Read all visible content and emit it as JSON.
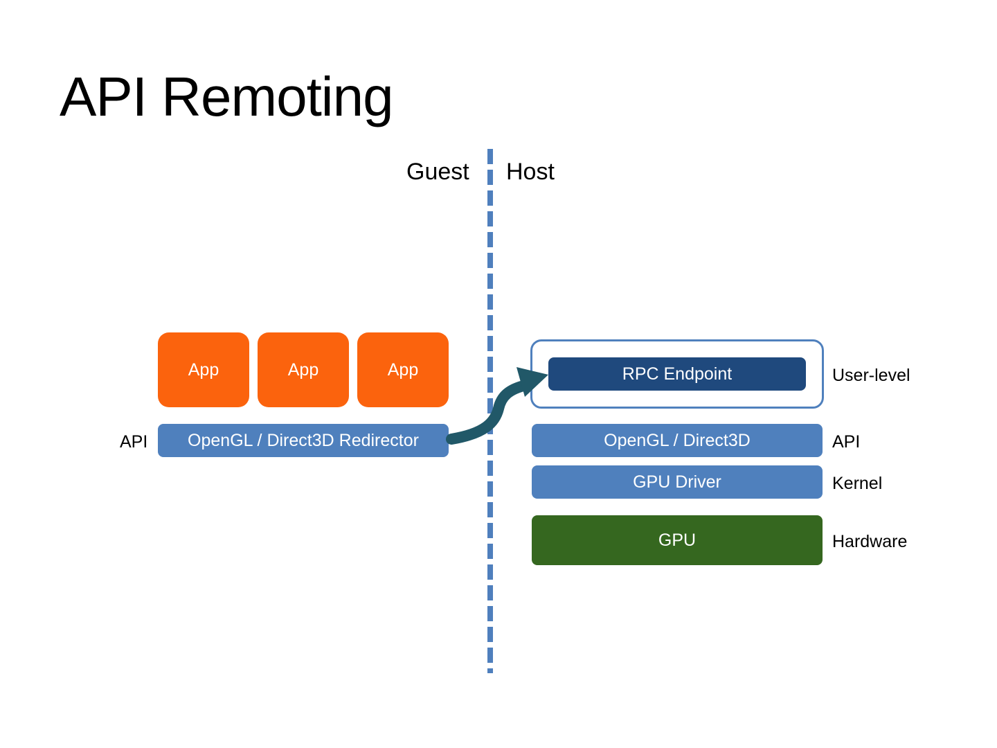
{
  "slide": {
    "title": "API Remoting"
  },
  "sides": {
    "guest": "Guest",
    "host": "Host"
  },
  "guest": {
    "apps": [
      {
        "label": "App"
      },
      {
        "label": "App"
      },
      {
        "label": "App"
      }
    ],
    "redirector": "OpenGL / Direct3D Redirector",
    "api_label": "API"
  },
  "host": {
    "rpc_endpoint": "RPC Endpoint",
    "api_layer": "OpenGL / Direct3D",
    "driver": "GPU Driver",
    "gpu": "GPU",
    "labels": {
      "user_level": "User-level",
      "api": "API",
      "kernel": "Kernel",
      "hardware": "Hardware"
    }
  },
  "colors": {
    "app": "#fb630d",
    "layer": "#4f80bd",
    "rpc": "#1f497d",
    "gpu": "#35671f",
    "arrow": "#215868"
  }
}
